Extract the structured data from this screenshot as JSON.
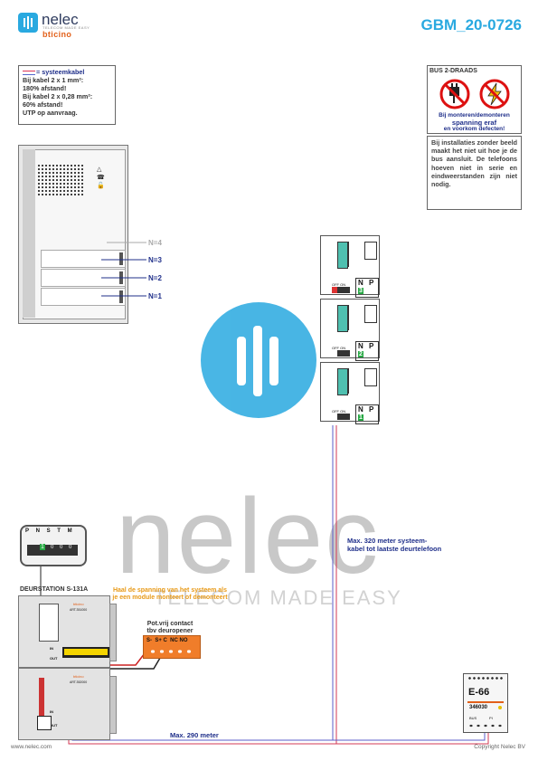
{
  "header": {
    "brand": "nelec",
    "brand_tagline": "TELECOM MADE EASY",
    "partner": "bticino",
    "doc_code": "GBM_20-0726"
  },
  "legend": {
    "cable_label": "= systeemkabel",
    "lines": [
      "Bij kabel 2 x 1 mm²:",
      "180% afstand!",
      "Bij kabel 2 x 0,28 mm²:",
      "60% afstand!",
      "UTP op aanvraag."
    ]
  },
  "bus": {
    "title": "BUS 2-DRAADS",
    "icons": [
      "no-plug-icon",
      "no-electricity-icon"
    ],
    "message": [
      "Bij monteren/demonteren",
      "spanning eraf",
      "en voorkom defecten!"
    ]
  },
  "installation_note": "Bij installaties zonder beeld maakt het niet uit hoe je de bus aansluit. De telefoons hoeven niet in serie en eindweerstanden zijn niet nodig.",
  "door_panel": {
    "labels": [
      "N=4",
      "N=3",
      "N=2",
      "N=1"
    ]
  },
  "phones": [
    {
      "n_label": "N",
      "p_label": "P",
      "n_value": "3",
      "switch_label": "OFF ON"
    },
    {
      "n_label": "N",
      "p_label": "P",
      "n_value": "2",
      "switch_label": "OFF ON"
    },
    {
      "n_label": "N",
      "p_label": "P",
      "n_value": "1",
      "switch_label": "OFF ON"
    }
  ],
  "terminal": {
    "labels": [
      "P",
      "N",
      "S",
      "T",
      "M"
    ],
    "values": [
      "1",
      "0",
      "0",
      "0"
    ]
  },
  "door_station": {
    "title": "DEURSTATION S-131A",
    "module_code": "ART.351000",
    "module_code2": "ART.352000",
    "note": "Haal de spanning van het systeem als je een module monteert of demonteert",
    "in_label": "IN",
    "out_label": "OUT",
    "in_label2": "IN",
    "out_label2": "OUT"
  },
  "relay": {
    "title_line1": "Pot.vrij contact",
    "title_line2": "tbv deuropener",
    "terminals": "S-  S+ C  NC NO"
  },
  "cable_notes": {
    "max_320": "Max. 320 meter systeem-\nkabel tot laatste deurtelefoon",
    "max_290": "Max. 290 meter"
  },
  "power_supply": {
    "model": "E-66",
    "code": "346030",
    "labels": [
      "BUS",
      "PI"
    ]
  },
  "watermark": {
    "text": "nelec",
    "sub": "TELECOM MADE EASY"
  },
  "footer": {
    "left": "www.nelec.com",
    "right": "Copyright Nelec BV"
  },
  "colors": {
    "brand_blue": "#29a9e0",
    "navy": "#1f2f8a",
    "orange": "#e89a18",
    "relay": "#f07d2a",
    "cable_red": "#d33a55",
    "cable_blue": "#5a5cc8"
  }
}
